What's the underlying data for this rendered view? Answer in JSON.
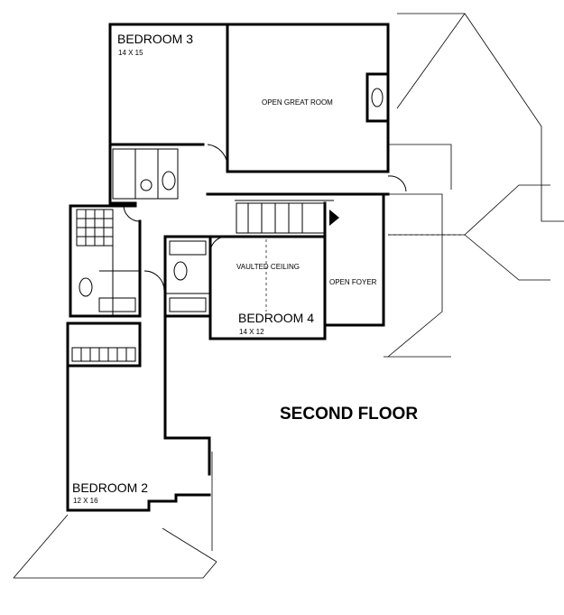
{
  "rooms": {
    "bedroom3": {
      "name": "BEDROOM 3",
      "size": "14 X 15"
    },
    "great_room": {
      "name": "OPEN GREAT ROOM"
    },
    "vaulted": {
      "name": "VAULTED CEILING"
    },
    "foyer": {
      "name": "OPEN FOYER"
    },
    "bedroom4": {
      "name": "BEDROOM 4",
      "size": "14 X 12"
    },
    "bedroom2": {
      "name": "BEDROOM 2",
      "size": "12 X 16"
    }
  },
  "floor_title": "SECOND FLOOR"
}
